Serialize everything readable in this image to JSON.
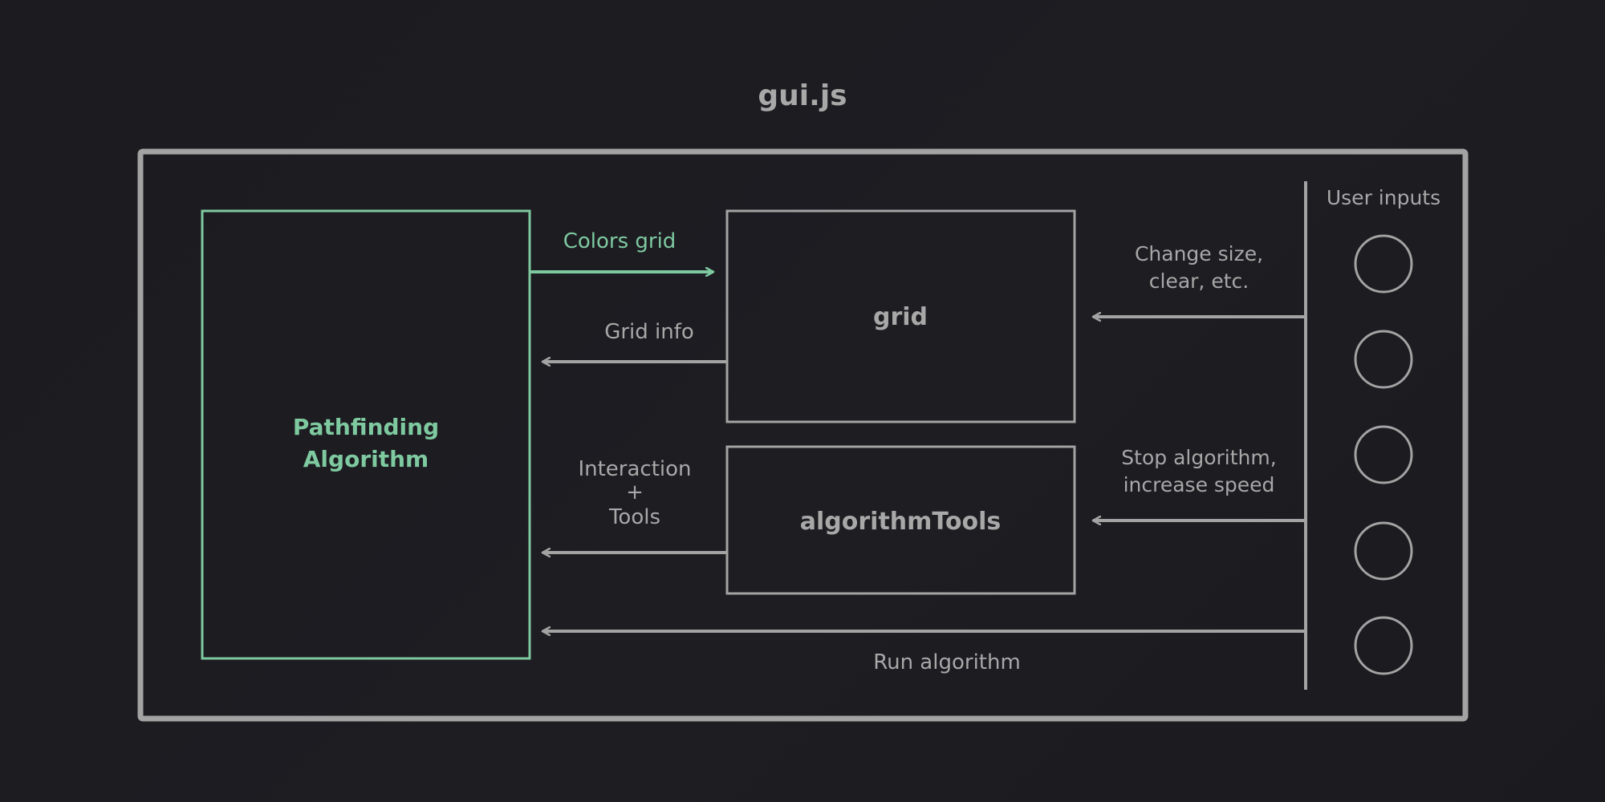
{
  "title": "gui.js",
  "nodes": {
    "pathfinding": {
      "line1": "Pathfinding",
      "line2": "Algorithm"
    },
    "grid": {
      "label": "grid"
    },
    "algorithm_tools": {
      "label": "algorithmTools"
    }
  },
  "user_inputs": {
    "label": "User inputs",
    "buttons": [
      "",
      "",
      "",
      "",
      ""
    ]
  },
  "edges": {
    "colors_grid": "Colors grid",
    "grid_info": "Grid info",
    "interaction_tools": {
      "line1": "Interaction",
      "line2": "+",
      "line3": "Tools"
    },
    "change_size": {
      "line1": "Change size,",
      "line2": "clear, etc."
    },
    "stop_algorithm": {
      "line1": "Stop algorithm,",
      "line2": "increase speed"
    },
    "run_algorithm": "Run algorithm"
  },
  "colors": {
    "background": "#1c1c21",
    "accent_green": "#7ec9a0",
    "gray_stroke": "#a3a3a3",
    "gray_text": "#a8a8a8"
  }
}
